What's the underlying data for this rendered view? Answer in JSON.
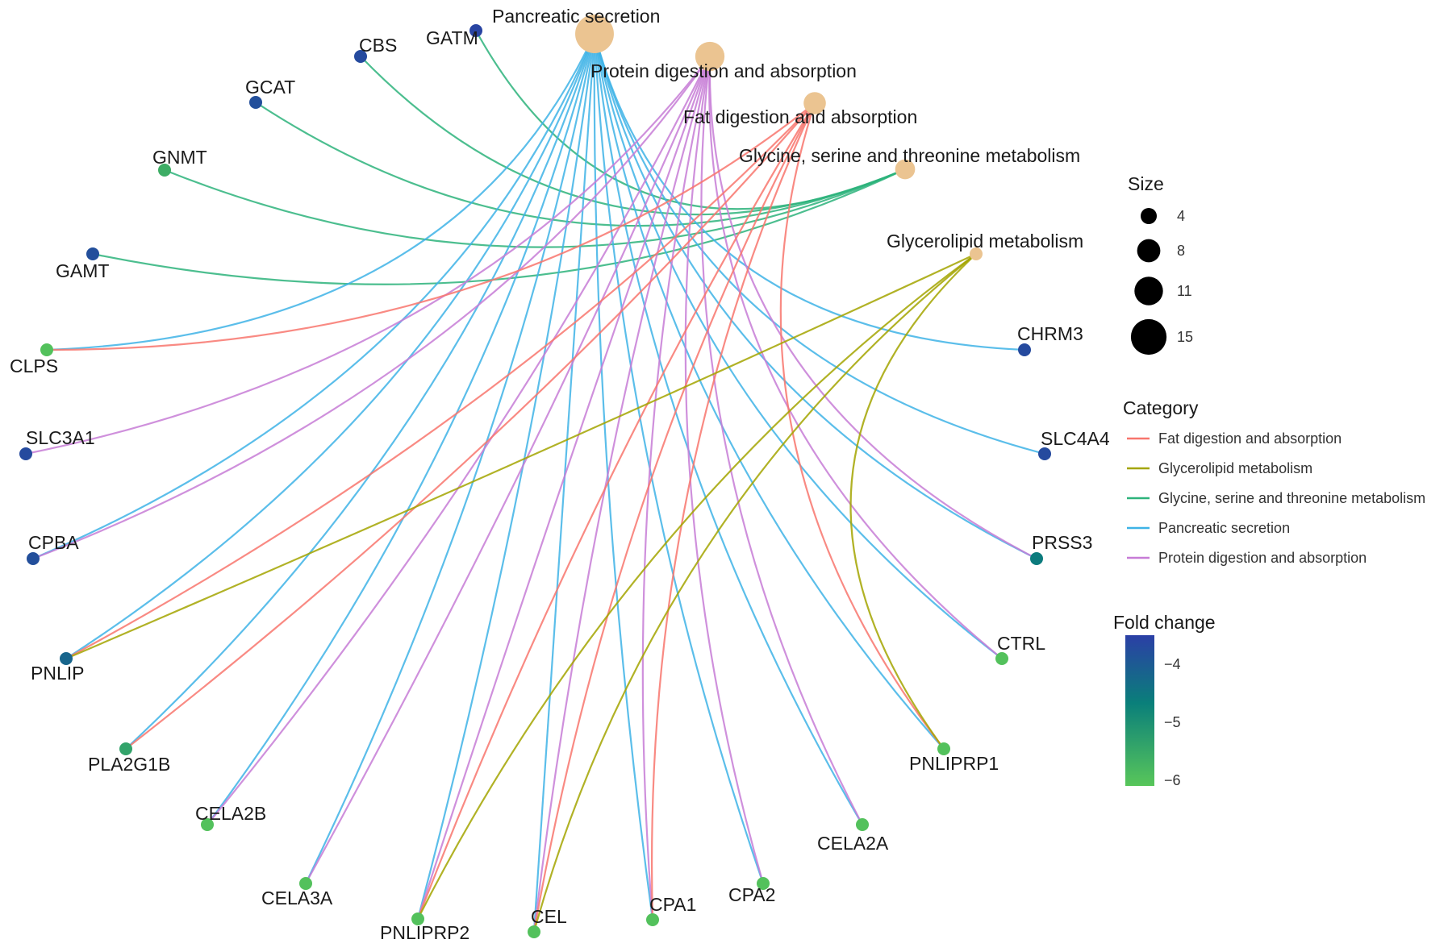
{
  "pathways": [
    {
      "id": "pancreatic",
      "label": "Pancreatic secretion",
      "size": 15
    },
    {
      "id": "protein",
      "label": "Protein digestion and absorption",
      "size": 11
    },
    {
      "id": "fat",
      "label": "Fat digestion and absorption",
      "size": 8
    },
    {
      "id": "glycine",
      "label": "Glycine, serine and threonine metabolism",
      "size": 7
    },
    {
      "id": "glycerolipid",
      "label": "Glycerolipid metabolism",
      "size": 4
    }
  ],
  "genes": [
    {
      "id": "GATM",
      "label": "GATM",
      "fold_change": -3.6
    },
    {
      "id": "CBS",
      "label": "CBS",
      "fold_change": -3.7
    },
    {
      "id": "GCAT",
      "label": "GCAT",
      "fold_change": -3.8
    },
    {
      "id": "GNMT",
      "label": "GNMT",
      "fold_change": -5.6
    },
    {
      "id": "GAMT",
      "label": "GAMT",
      "fold_change": -3.8
    },
    {
      "id": "CLPS",
      "label": "CLPS",
      "fold_change": -6.0
    },
    {
      "id": "SLC3A1",
      "label": "SLC3A1",
      "fold_change": -3.7
    },
    {
      "id": "CPBA",
      "label": "CPBA",
      "fold_change": -3.8
    },
    {
      "id": "PNLIP",
      "label": "PNLIP",
      "fold_change": -4.2
    },
    {
      "id": "PLA2G1B",
      "label": "PLA2G1B",
      "fold_change": -5.4
    },
    {
      "id": "CELA2B",
      "label": "CELA2B",
      "fold_change": -6.0
    },
    {
      "id": "CELA3A",
      "label": "CELA3A",
      "fold_change": -6.0
    },
    {
      "id": "PNLIPRP2",
      "label": "PNLIPRP2",
      "fold_change": -6.0
    },
    {
      "id": "CEL",
      "label": "CEL",
      "fold_change": -6.0
    },
    {
      "id": "CPA1",
      "label": "CPA1",
      "fold_change": -6.0
    },
    {
      "id": "CPA2",
      "label": "CPA2",
      "fold_change": -6.0
    },
    {
      "id": "CELA2A",
      "label": "CELA2A",
      "fold_change": -6.0
    },
    {
      "id": "PNLIPRP1",
      "label": "PNLIPRP1",
      "fold_change": -6.0
    },
    {
      "id": "CTRL",
      "label": "CTRL",
      "fold_change": -6.0
    },
    {
      "id": "PRSS3",
      "label": "PRSS3",
      "fold_change": -4.6
    },
    {
      "id": "SLC4A4",
      "label": "SLC4A4",
      "fold_change": -3.7
    },
    {
      "id": "CHRM3",
      "label": "CHRM3",
      "fold_change": -3.7
    }
  ],
  "edges": [
    {
      "pathway": "glycine",
      "gene": "GATM"
    },
    {
      "pathway": "glycine",
      "gene": "CBS"
    },
    {
      "pathway": "glycine",
      "gene": "GCAT"
    },
    {
      "pathway": "glycine",
      "gene": "GNMT"
    },
    {
      "pathway": "glycine",
      "gene": "GAMT"
    },
    {
      "pathway": "pancreatic",
      "gene": "CHRM3"
    },
    {
      "pathway": "pancreatic",
      "gene": "SLC4A4"
    },
    {
      "pathway": "pancreatic",
      "gene": "CPBA"
    },
    {
      "pathway": "pancreatic",
      "gene": "PNLIP"
    },
    {
      "pathway": "pancreatic",
      "gene": "PLA2G1B"
    },
    {
      "pathway": "pancreatic",
      "gene": "CELA2B"
    },
    {
      "pathway": "pancreatic",
      "gene": "CELA3A"
    },
    {
      "pathway": "pancreatic",
      "gene": "PNLIPRP2"
    },
    {
      "pathway": "pancreatic",
      "gene": "CEL"
    },
    {
      "pathway": "pancreatic",
      "gene": "CPA1"
    },
    {
      "pathway": "pancreatic",
      "gene": "CPA2"
    },
    {
      "pathway": "pancreatic",
      "gene": "CELA2A"
    },
    {
      "pathway": "pancreatic",
      "gene": "PNLIPRP1"
    },
    {
      "pathway": "pancreatic",
      "gene": "CTRL"
    },
    {
      "pathway": "pancreatic",
      "gene": "PRSS3"
    },
    {
      "pathway": "pancreatic",
      "gene": "CLPS"
    },
    {
      "pathway": "protein",
      "gene": "SLC3A1"
    },
    {
      "pathway": "protein",
      "gene": "CPBA"
    },
    {
      "pathway": "protein",
      "gene": "CELA2B"
    },
    {
      "pathway": "protein",
      "gene": "CELA3A"
    },
    {
      "pathway": "protein",
      "gene": "CPA1"
    },
    {
      "pathway": "protein",
      "gene": "CPA2"
    },
    {
      "pathway": "protein",
      "gene": "CELA2A"
    },
    {
      "pathway": "protein",
      "gene": "CTRL"
    },
    {
      "pathway": "protein",
      "gene": "PRSS3"
    },
    {
      "pathway": "protein",
      "gene": "PNLIPRP2"
    },
    {
      "pathway": "protein",
      "gene": "CEL"
    },
    {
      "pathway": "fat",
      "gene": "CLPS"
    },
    {
      "pathway": "fat",
      "gene": "PNLIP"
    },
    {
      "pathway": "fat",
      "gene": "PLA2G1B"
    },
    {
      "pathway": "fat",
      "gene": "PNLIPRP2"
    },
    {
      "pathway": "fat",
      "gene": "CEL"
    },
    {
      "pathway": "fat",
      "gene": "PNLIPRP1"
    },
    {
      "pathway": "fat",
      "gene": "CPA1"
    },
    {
      "pathway": "glycerolipid",
      "gene": "PNLIP"
    },
    {
      "pathway": "glycerolipid",
      "gene": "PNLIPRP2"
    },
    {
      "pathway": "glycerolipid",
      "gene": "CEL"
    },
    {
      "pathway": "glycerolipid",
      "gene": "PNLIPRP1"
    }
  ],
  "legend": {
    "size_title": "Size",
    "size_values": [
      4,
      8,
      11,
      15
    ],
    "category_title": "Category",
    "categories": [
      {
        "id": "fat",
        "label": "Fat digestion and absorption",
        "color": "#F8766D"
      },
      {
        "id": "glycerolipid",
        "label": "Glycerolipid metabolism",
        "color": "#A3A500"
      },
      {
        "id": "glycine",
        "label": "Glycine, serine and threonine metabolism",
        "color": "#2DB37B"
      },
      {
        "id": "pancreatic",
        "label": "Pancreatic secretion",
        "color": "#3EB3E6"
      },
      {
        "id": "protein",
        "label": "Protein digestion and absorption",
        "color": "#C77CD6"
      }
    ],
    "fold_title": "Fold change",
    "fold_ticks": [
      "−4",
      "−5",
      "−6"
    ],
    "fold_tick_values": [
      -4,
      -5,
      -6
    ],
    "fold_range": [
      -6.1,
      -3.5
    ],
    "fold_colors": {
      "high": "#2B3FA6",
      "mid": "#0A7F7A",
      "low": "#58C65A"
    }
  },
  "colors": {
    "pathway_node": "#EBC491"
  }
}
